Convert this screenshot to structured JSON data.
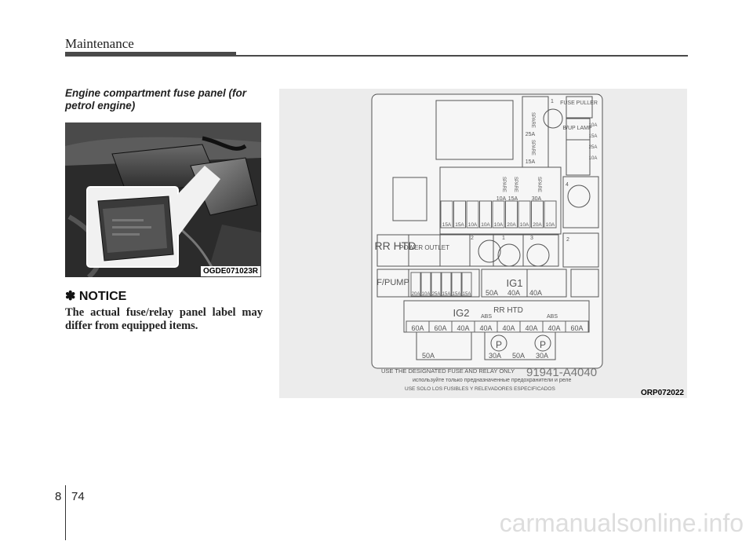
{
  "header": {
    "title": "Maintenance"
  },
  "section": {
    "title": "Engine compartment fuse panel (for petrol engine)"
  },
  "photo": {
    "label": "OGDE071023R"
  },
  "notice": {
    "symbol": "✽",
    "title": "NOTICE",
    "body": "The actual fuse/relay panel label may differ from equipped items."
  },
  "diagram": {
    "label": "ORP072022",
    "fuse_puller": "FUSE PULLER",
    "backup_lamp": "B/UP LAMP",
    "spare": "SPARE",
    "spare_amps": [
      "25A",
      "15A",
      "10A",
      "15A",
      "30A"
    ],
    "rr_htd": "RR HTD",
    "power_outlet": "POWER OUTLET",
    "fpump": "F/PUMP",
    "ig1": "IG1",
    "ig2": "IG2",
    "abs": "ABS",
    "p": "P",
    "row_small_fuses": [
      "15A",
      "15A",
      "10A",
      "10A",
      "10A",
      "20A",
      "10A",
      "20A",
      "10A"
    ],
    "row_fpump_fuses": [
      "20A",
      "10A",
      "25A",
      "15A",
      "15A",
      "15A"
    ],
    "row_ig1_fuses": [
      "50A",
      "40A",
      "40A"
    ],
    "row_ig2_fuses": [
      "60A",
      "60A",
      "40A",
      "40A",
      "40A",
      "40A",
      "40A",
      "60A"
    ],
    "row_bottom_fuses": [
      "50A",
      "30A",
      "50A",
      "30A"
    ],
    "right_small_fuses": [
      "10A",
      "15A",
      "25A",
      "10A"
    ],
    "part_number": "91941-A4040",
    "usage_en": "USE THE DESIGNATED FUSE AND RELAY ONLY",
    "usage_ru": "используйте только предназначенные предохранители и реле",
    "usage_es": "USE SOLO LOS FUSIBLES Y RELEVADORES ESPECIFICADOS",
    "numbers": [
      "1",
      "2",
      "3",
      "4",
      "5"
    ]
  },
  "footer": {
    "chapter": "8",
    "page": "74"
  },
  "watermark": "carmanualsonline.info"
}
